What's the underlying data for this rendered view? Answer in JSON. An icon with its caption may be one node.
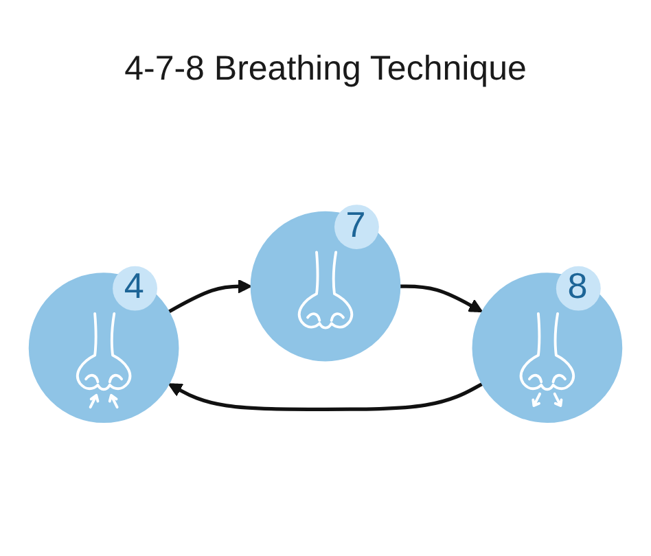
{
  "diagram": {
    "title": "4-7-8 Breathing Technique",
    "nodes": [
      {
        "text": [
          "4"
        ]
      },
      {
        "text": [
          "8"
        ]
      },
      {
        "text": [
          "7"
        ]
      }
    ],
    "edges": [
      {
        "from": 0,
        "to": 2,
        "arrow": "to"
      },
      {
        "from": 2,
        "to": 1,
        "arrow": "to"
      },
      {
        "from": 1,
        "to": 0,
        "arrow": "to"
      }
    ]
  }
}
